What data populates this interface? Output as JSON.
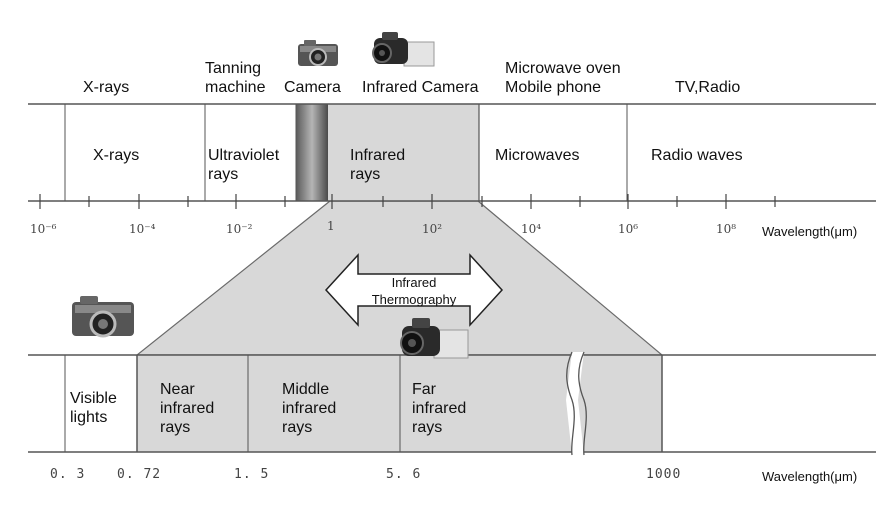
{
  "top_labels": {
    "x_rays": "X-rays",
    "tanning_machine": "Tanning machine",
    "camera": "Camera",
    "infrared_camera": "Infrared Camera",
    "microwave_mobile": "Microwave oven Mobile phone",
    "tv_radio": "TV,Radio"
  },
  "spectrum_bands": {
    "x_rays": "X-rays",
    "ultraviolet": "Ultraviolet rays",
    "infrared": "Infrared rays",
    "microwaves": "Microwaves",
    "radio_waves": "Radio waves"
  },
  "top_axis": {
    "ticks": [
      "10⁻⁶",
      "10⁻⁴",
      "10⁻²",
      "1",
      "10²",
      "10⁴",
      "10⁶",
      "10⁸"
    ],
    "label": "Wavelength(μm)"
  },
  "thermography": "Infrared Thermography",
  "detail_bands": {
    "visible": "Visible lights",
    "near": "Near infrared rays",
    "middle": "Middle infrared rays",
    "far": "Far infrared rays"
  },
  "bottom_axis": {
    "ticks": [
      "0. 3",
      "0. 72",
      "1. 5",
      "5. 6",
      "1000"
    ],
    "label": "Wavelength(μm)"
  },
  "colors": {
    "band_fill": "#d8d8d8",
    "line": "#555555",
    "visible_bar": "#808080"
  },
  "icons": [
    "camera-icon",
    "infrared-camera-icon"
  ]
}
